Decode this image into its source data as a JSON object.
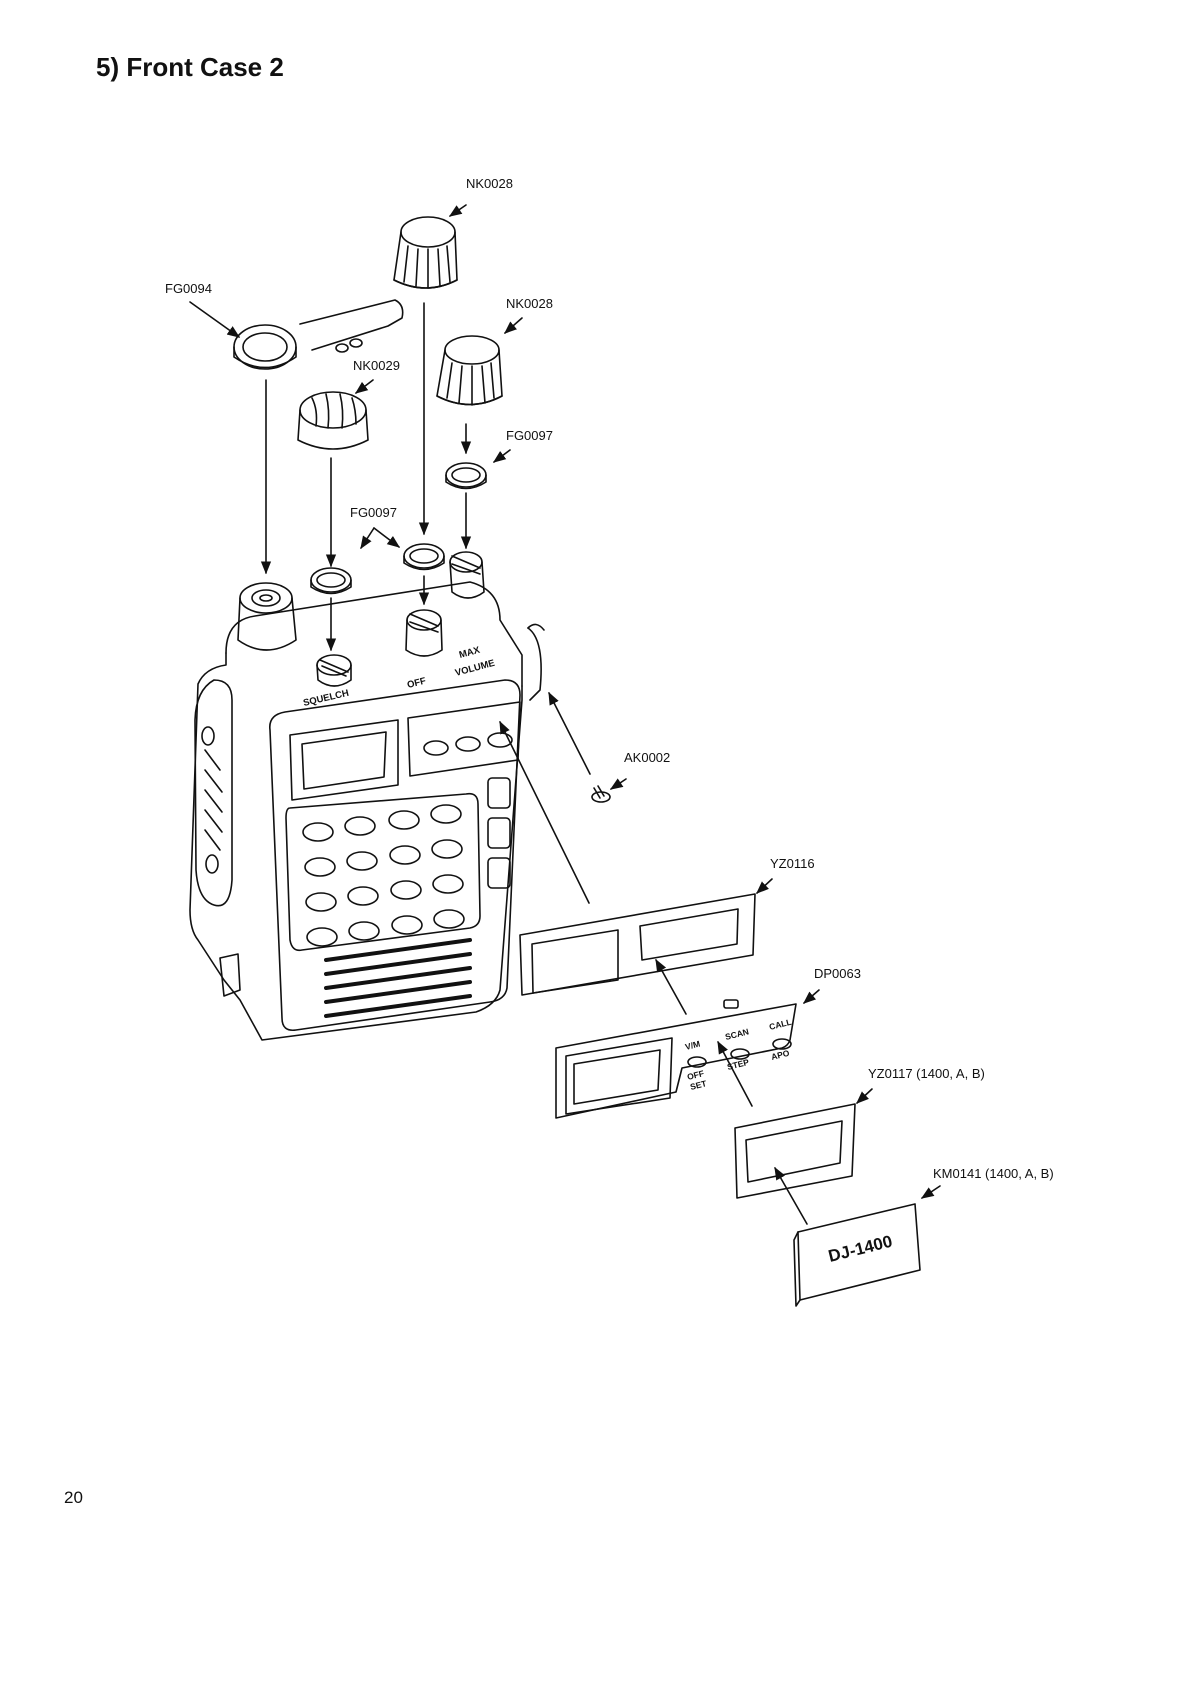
{
  "title": "5) Front Case 2",
  "page_number": "20",
  "part_labels": {
    "nk0028_top": "NK0028",
    "fg0094": "FG0094",
    "nk0028_right": "NK0028",
    "nk0029": "NK0029",
    "fg0097_right": "FG0097",
    "fg0097_left": "FG0097",
    "ak0002": "AK0002",
    "yz0116": "YZ0116",
    "dp0063": "DP0063",
    "yz0117": "YZ0117 (1400, A, B)",
    "km0141": "KM0141 (1400, A, B)"
  },
  "radio_labels": {
    "squelch": "SQUELCH",
    "off": "OFF",
    "max": "MAX",
    "volume": "VOLUME"
  },
  "panel_labels": {
    "vm": "V/M",
    "off": "OFF",
    "set": "SET",
    "scan": "SCAN",
    "step": "STEP",
    "call": "CALL",
    "apo": "APO"
  },
  "badge_text": "DJ-1400"
}
